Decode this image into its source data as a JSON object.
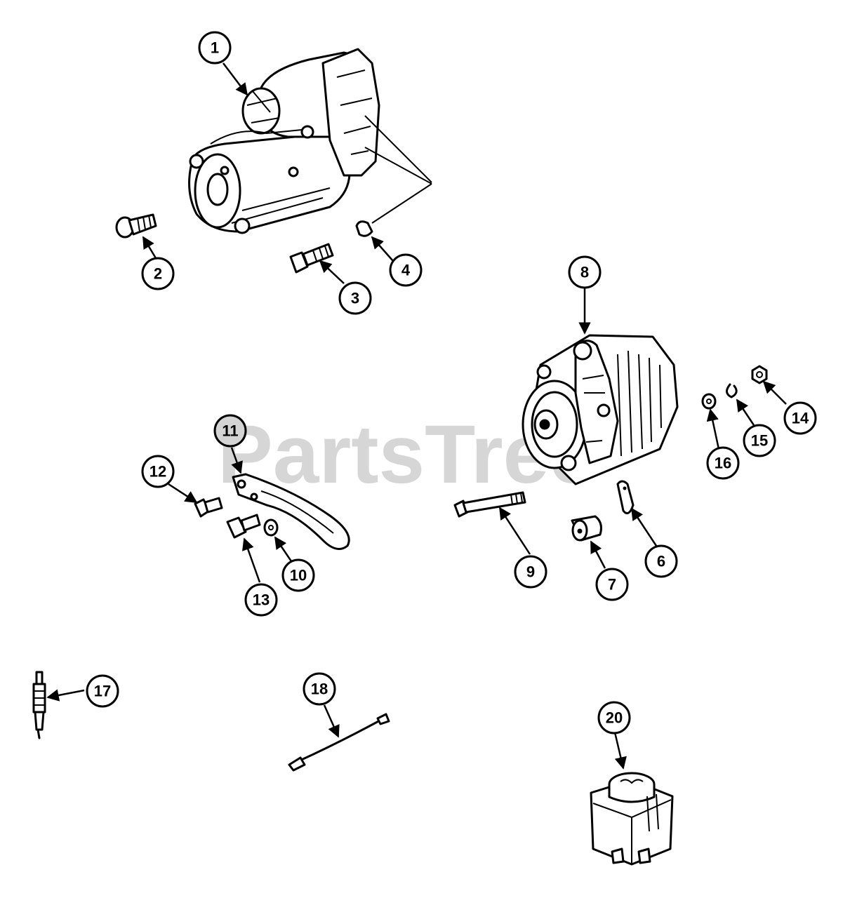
{
  "watermark": "PartsTree",
  "callouts": {
    "c1": "1",
    "c2": "2",
    "c3": "3",
    "c4": "4",
    "c6": "6",
    "c7": "7",
    "c8": "8",
    "c9": "9",
    "c10": "10",
    "c11": "11",
    "c12": "12",
    "c13": "13",
    "c14": "14",
    "c15": "15",
    "c16": "16",
    "c17": "17",
    "c18": "18",
    "c20": "20"
  },
  "colors": {
    "line": "#000000",
    "background": "#ffffff",
    "watermark": "#cfcfcf",
    "callout_11_fill": "#d4d4d4"
  }
}
